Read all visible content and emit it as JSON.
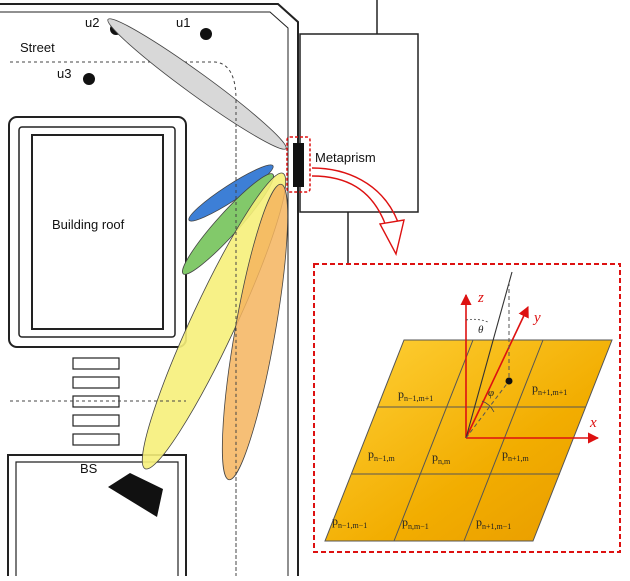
{
  "labels": {
    "user1": "u1",
    "user2": "u2",
    "user3": "u3",
    "street": "Street",
    "building": "Building roof",
    "metaprism": "Metaprism",
    "base_station": "BS"
  },
  "axes": {
    "x": "x",
    "y": "y",
    "z": "z",
    "theta": "θ",
    "phi": "φ"
  },
  "cells": {
    "top_left": "p",
    "top_left_sub": "n−1,m+1",
    "top_right": "p",
    "top_right_sub": "n+1,m+1",
    "mid_left": "p",
    "mid_left_sub": "n−1,m",
    "mid_center": "p",
    "mid_center_sub": "n,m",
    "mid_right": "p",
    "mid_right_sub": "n+1,m",
    "bot_left": "p",
    "bot_left_sub": "n−1,m−1",
    "bot_center": "p",
    "bot_center_sub": "n,m−1",
    "bot_right": "p",
    "bot_right_sub": "n+1,m−1"
  },
  "colors": {
    "highlight": "#dd2222",
    "tile": "#f2b300",
    "beam_grey": "#d8d8d8",
    "beam_blue": "#3d7fd6",
    "beam_green": "#82c96a",
    "beam_yellow": "#f6f07a",
    "beam_orange": "#f5b45e"
  }
}
